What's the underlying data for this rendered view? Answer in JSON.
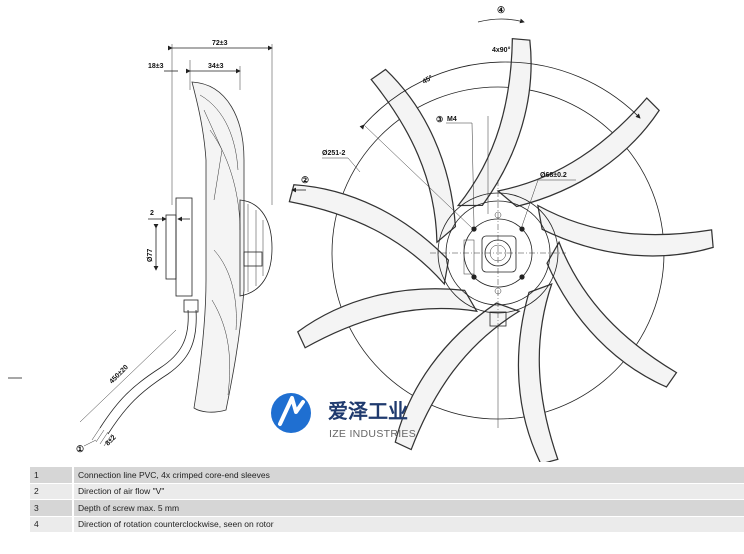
{
  "dimensions": {
    "overall_depth": "72±3",
    "hub_offset": "18±3",
    "blade_depth": "34±3",
    "flange_step": "2",
    "shaft_diameter": "Ø77",
    "cable_length": "450±20",
    "strip_length": "8±2",
    "fan_diameter": "Ø251-2",
    "screw_thread": "M4",
    "hole_circle": "Ø68±0.2",
    "hole_pattern": "4x90°",
    "angle": "45°"
  },
  "callouts": [
    "①",
    "②",
    "③",
    "④"
  ],
  "watermark": {
    "name_cn": "爱泽工业",
    "name_en": "IZE INDUSTRIES",
    "logo_color": "#1f6fd1"
  },
  "legend": [
    {
      "num": "1",
      "text": "Connection line PVC, 4x crimped core-end sleeves"
    },
    {
      "num": "2",
      "text": "Direction of air flow \"V\""
    },
    {
      "num": "3",
      "text": "Depth of screw max. 5 mm"
    },
    {
      "num": "4",
      "text": "Direction of rotation counterclockwise, seen on rotor"
    }
  ]
}
